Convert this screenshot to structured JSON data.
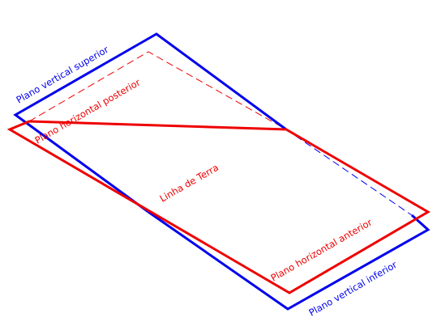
{
  "diagram": {
    "labels": {
      "plano_vertical_superior": "Plano vertical superior",
      "plano_horizontal_posterior": "Plano horizontal posterior",
      "linha_de_terra": "Linha de Terra",
      "plano_horizontal_anterior": "Plano horizontal anterior",
      "plano_vertical_inferior": "Plano vertical inferior"
    },
    "colors": {
      "vertical_plane": "#0000ee",
      "horizontal_plane": "#ee0000"
    }
  }
}
